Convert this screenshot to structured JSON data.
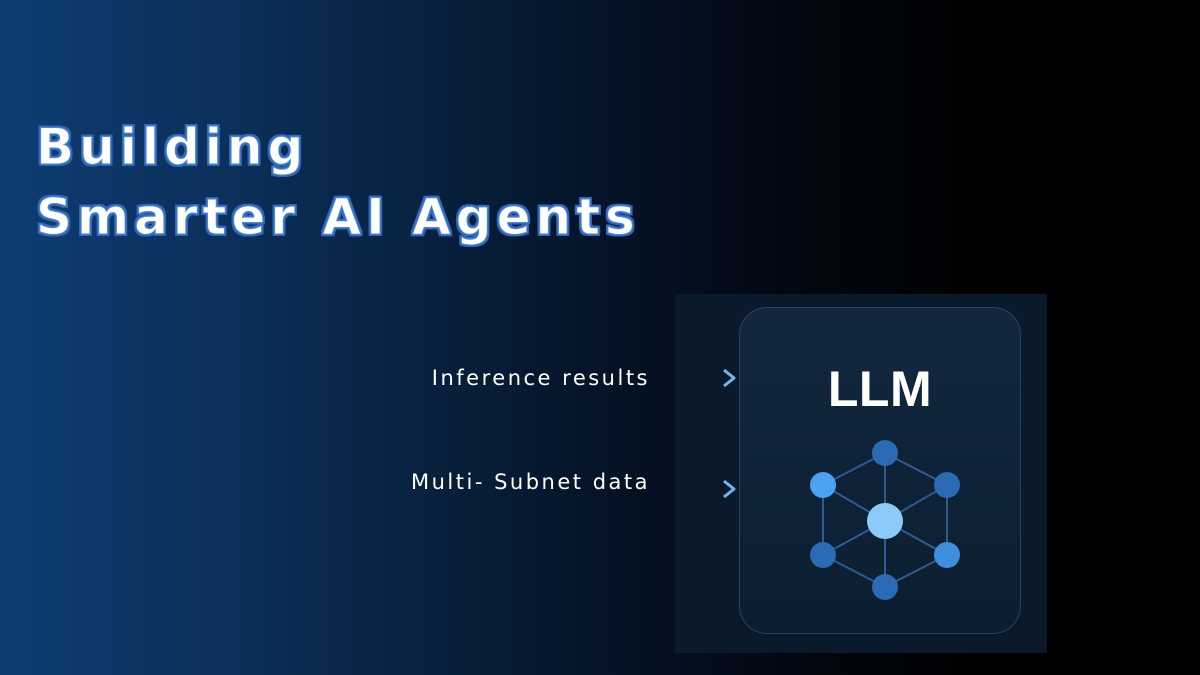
{
  "title": {
    "line1": "Building",
    "line2": "Smarter AI Agents"
  },
  "inputs": {
    "inference_label": "Inference results",
    "subnet_label": "Multi- Subnet data"
  },
  "model": {
    "label": "LLM"
  },
  "icons": {
    "arrow": "arrow-right-icon",
    "network": "neural-network-icon"
  },
  "colors": {
    "accent_blue": "#4aa3f0",
    "node_light": "#8ccaf7",
    "node_mid": "#3f8fdf",
    "node_dark": "#2a6bb3",
    "title_outline": "#2f66b8"
  }
}
